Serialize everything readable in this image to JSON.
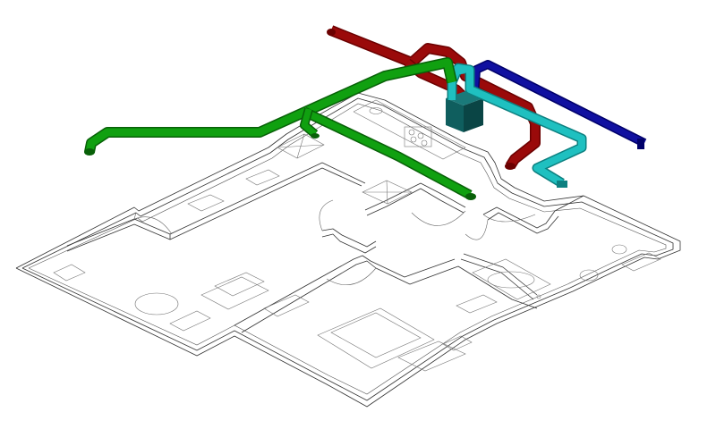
{
  "colors": {
    "background": "#ffffff",
    "walls": "#333333",
    "supply_duct": "#9a0a0a",
    "supply_duct_dark": "#6b0000",
    "extract_duct": "#10a010",
    "extract_duct_dark": "#086008",
    "fresh_air_duct": "#1fc0c0",
    "fresh_air_duct_dark": "#0d8080",
    "exhaust_duct": "#1010a0",
    "exhaust_duct_dark": "#00006a",
    "mvhr_unit": "#0f5e5e"
  },
  "ducts": [
    {
      "name": "supply-duct-red",
      "color_key": "supply_duct"
    },
    {
      "name": "extract-duct-green",
      "color_key": "extract_duct"
    },
    {
      "name": "fresh-air-duct-cyan",
      "color_key": "fresh_air_duct"
    },
    {
      "name": "exhaust-duct-blue",
      "color_key": "exhaust_duct"
    }
  ]
}
